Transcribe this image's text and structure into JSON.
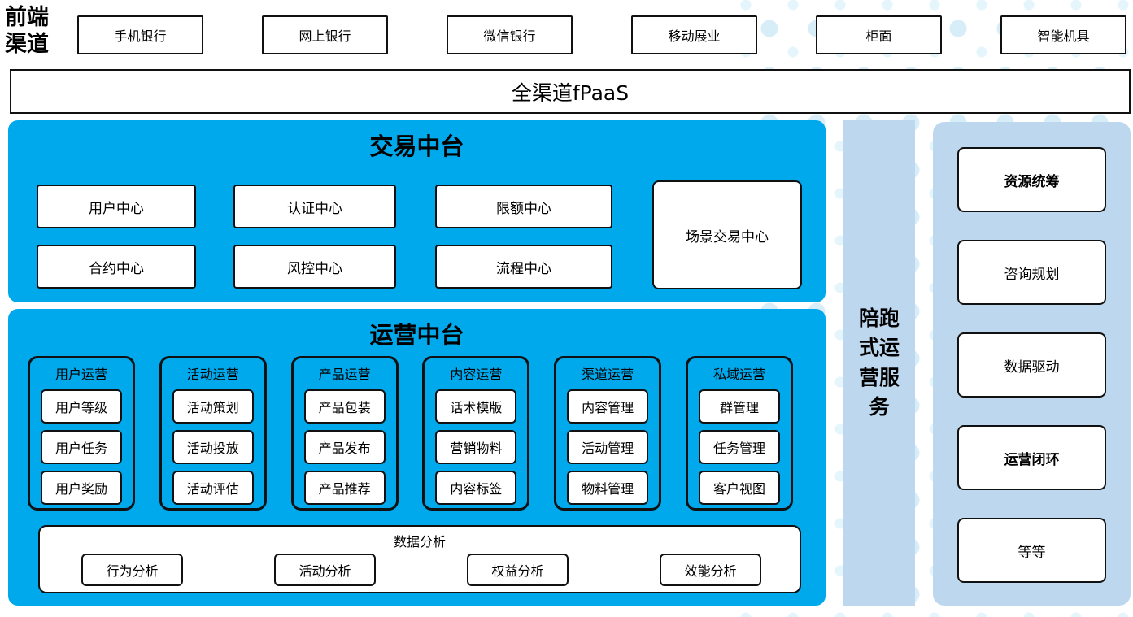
{
  "colors": {
    "bright_blue": "#00a8ec",
    "light_blue": "#bdd7ee",
    "dot_large": "#d7eef9",
    "dot_small": "#e4f5fc",
    "border": "#111111"
  },
  "front_channels": {
    "label": "前端渠道",
    "items": [
      "手机银行",
      "网上银行",
      "微信银行",
      "移动展业",
      "柜面",
      "智能机具"
    ]
  },
  "fpaas": {
    "label": "全渠道fPaaS"
  },
  "trade_platform": {
    "title": "交易中台",
    "centers": [
      "用户中心",
      "认证中心",
      "限额中心",
      "合约中心",
      "风控中心",
      "流程中心"
    ],
    "scene_center": "场景交易中心"
  },
  "ops_platform": {
    "title": "运营中台",
    "groups": [
      {
        "title": "用户运营",
        "items": [
          "用户等级",
          "用户任务",
          "用户奖励"
        ]
      },
      {
        "title": "活动运营",
        "items": [
          "活动策划",
          "活动投放",
          "活动评估"
        ]
      },
      {
        "title": "产品运营",
        "items": [
          "产品包装",
          "产品发布",
          "产品推荐"
        ]
      },
      {
        "title": "内容运营",
        "items": [
          "话术模版",
          "营销物料",
          "内容标签"
        ]
      },
      {
        "title": "渠道运营",
        "items": [
          "内容管理",
          "活动管理",
          "物料管理"
        ]
      },
      {
        "title": "私域运营",
        "items": [
          "群管理",
          "任务管理",
          "客户视图"
        ]
      }
    ],
    "analysis": {
      "title": "数据分析",
      "items": [
        "行为分析",
        "活动分析",
        "权益分析",
        "效能分析"
      ]
    }
  },
  "side_service": {
    "label": "陪跑式运营服务"
  },
  "right_panel": {
    "items": [
      "资源统筹",
      "咨询规划",
      "数据驱动",
      "运营闭环",
      "等等"
    ]
  }
}
